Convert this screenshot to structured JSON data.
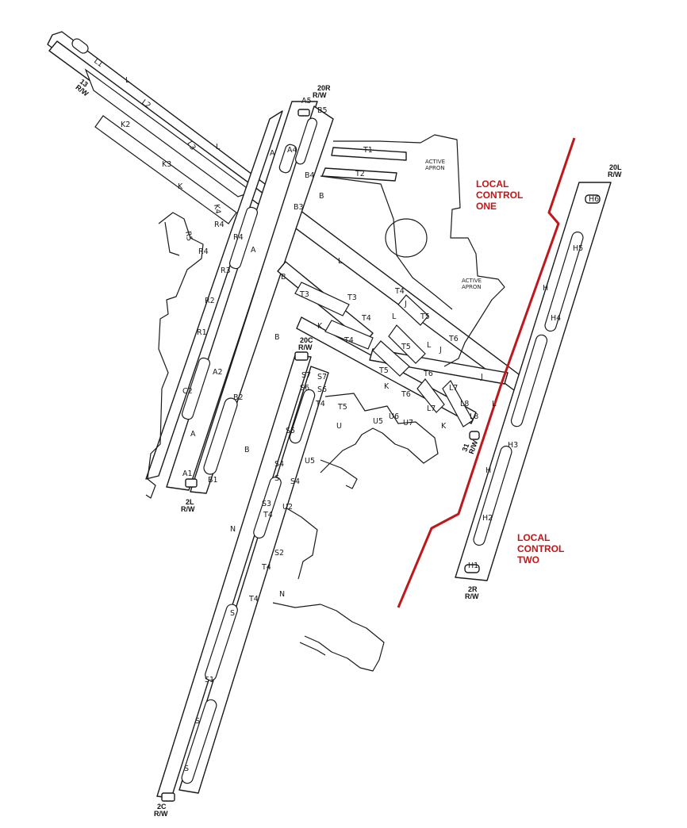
{
  "zones": {
    "one": [
      "LOCAL",
      "CONTROL",
      "ONE"
    ],
    "two": [
      "LOCAL",
      "CONTROL",
      "TWO"
    ],
    "color": "#c0171a"
  },
  "aprons": {
    "north": [
      "ACTIVE",
      "APRON"
    ],
    "south": [
      "ACTIVE",
      "APRON"
    ]
  },
  "runway_ends": {
    "r13": [
      "13",
      "R/W"
    ],
    "r20r": [
      "20R",
      "R/W"
    ],
    "r20l": [
      "20L",
      "R/W"
    ],
    "r20c": [
      "20C",
      "R/W"
    ],
    "r31": [
      "31",
      "R/W"
    ],
    "r2l": [
      "2L",
      "R/W"
    ],
    "r2r": [
      "2R",
      "R/W"
    ],
    "r2c": [
      "2C",
      "R/W"
    ]
  },
  "taxiways": {
    "L1": "L1",
    "L2": "L2",
    "L3": "L3",
    "L_1": "L",
    "L_2": "L",
    "L_3": "L",
    "L_4": "L",
    "K": "K",
    "K_2": "K",
    "K_3": "K",
    "K2": "K2",
    "K3": "K3",
    "K4": "K4",
    "R1": "R1",
    "R2": "R2",
    "R3": "R3",
    "R4": "R4",
    "R4b": "R4",
    "R5": "R5",
    "A": "A",
    "A_2": "A",
    "A_3": "A",
    "A1": "A1",
    "A2": "A2",
    "A4": "A4",
    "A5": "A5",
    "B": "B",
    "B_2": "B",
    "B_3": "B",
    "B_4": "B",
    "B1": "B1",
    "B2": "B2",
    "B3": "B3",
    "B4": "B4",
    "B5": "B5",
    "C2": "C2",
    "T1": "T1",
    "T2": "T2",
    "T3": "T3",
    "T3b": "T3",
    "T4": "T4",
    "T4b": "T4",
    "T4c": "T4",
    "T4d": "T4",
    "T4e": "T4",
    "T4f": "T4",
    "T4g": "T4",
    "T5": "T5",
    "T5b": "T5",
    "T5c": "T5",
    "T5d": "T5",
    "T6": "T6",
    "T6b": "T6",
    "T6c": "T6",
    "J": "J",
    "J_2": "J",
    "H": "H",
    "H_2": "H",
    "H1": "H1",
    "H2": "H2",
    "H3": "H3",
    "H4": "H4",
    "H5": "H5",
    "H6": "H6",
    "S": "S",
    "S_2": "S",
    "S_3": "S",
    "S_4": "S",
    "S1": "S1",
    "S2": "S2",
    "S3": "S3",
    "S4": "S4",
    "S4b": "S4",
    "S5": "S5",
    "S6": "S6",
    "S6b": "S6",
    "S7": "S7",
    "U": "U",
    "U2": "U2",
    "U5": "U5",
    "U6": "U6",
    "U7": "U7",
    "N": "N",
    "N_2": "N",
    "K6": "K",
    "L7": "L7",
    "L8": "L8",
    "L9": "L",
    "L_5": "L"
  }
}
